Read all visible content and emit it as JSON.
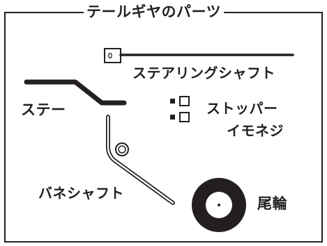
{
  "title": "テールギヤのパーツ",
  "labels": {
    "steering_shaft": "ステアリングシャフト",
    "stay": "ステー",
    "stopper": "ストッパー",
    "set_screw": "イモネジ",
    "spring_shaft": "バネシャフト",
    "tail_wheel": "尾輪"
  },
  "colors": {
    "ink": "#231f20",
    "paper": "#ffffff"
  }
}
